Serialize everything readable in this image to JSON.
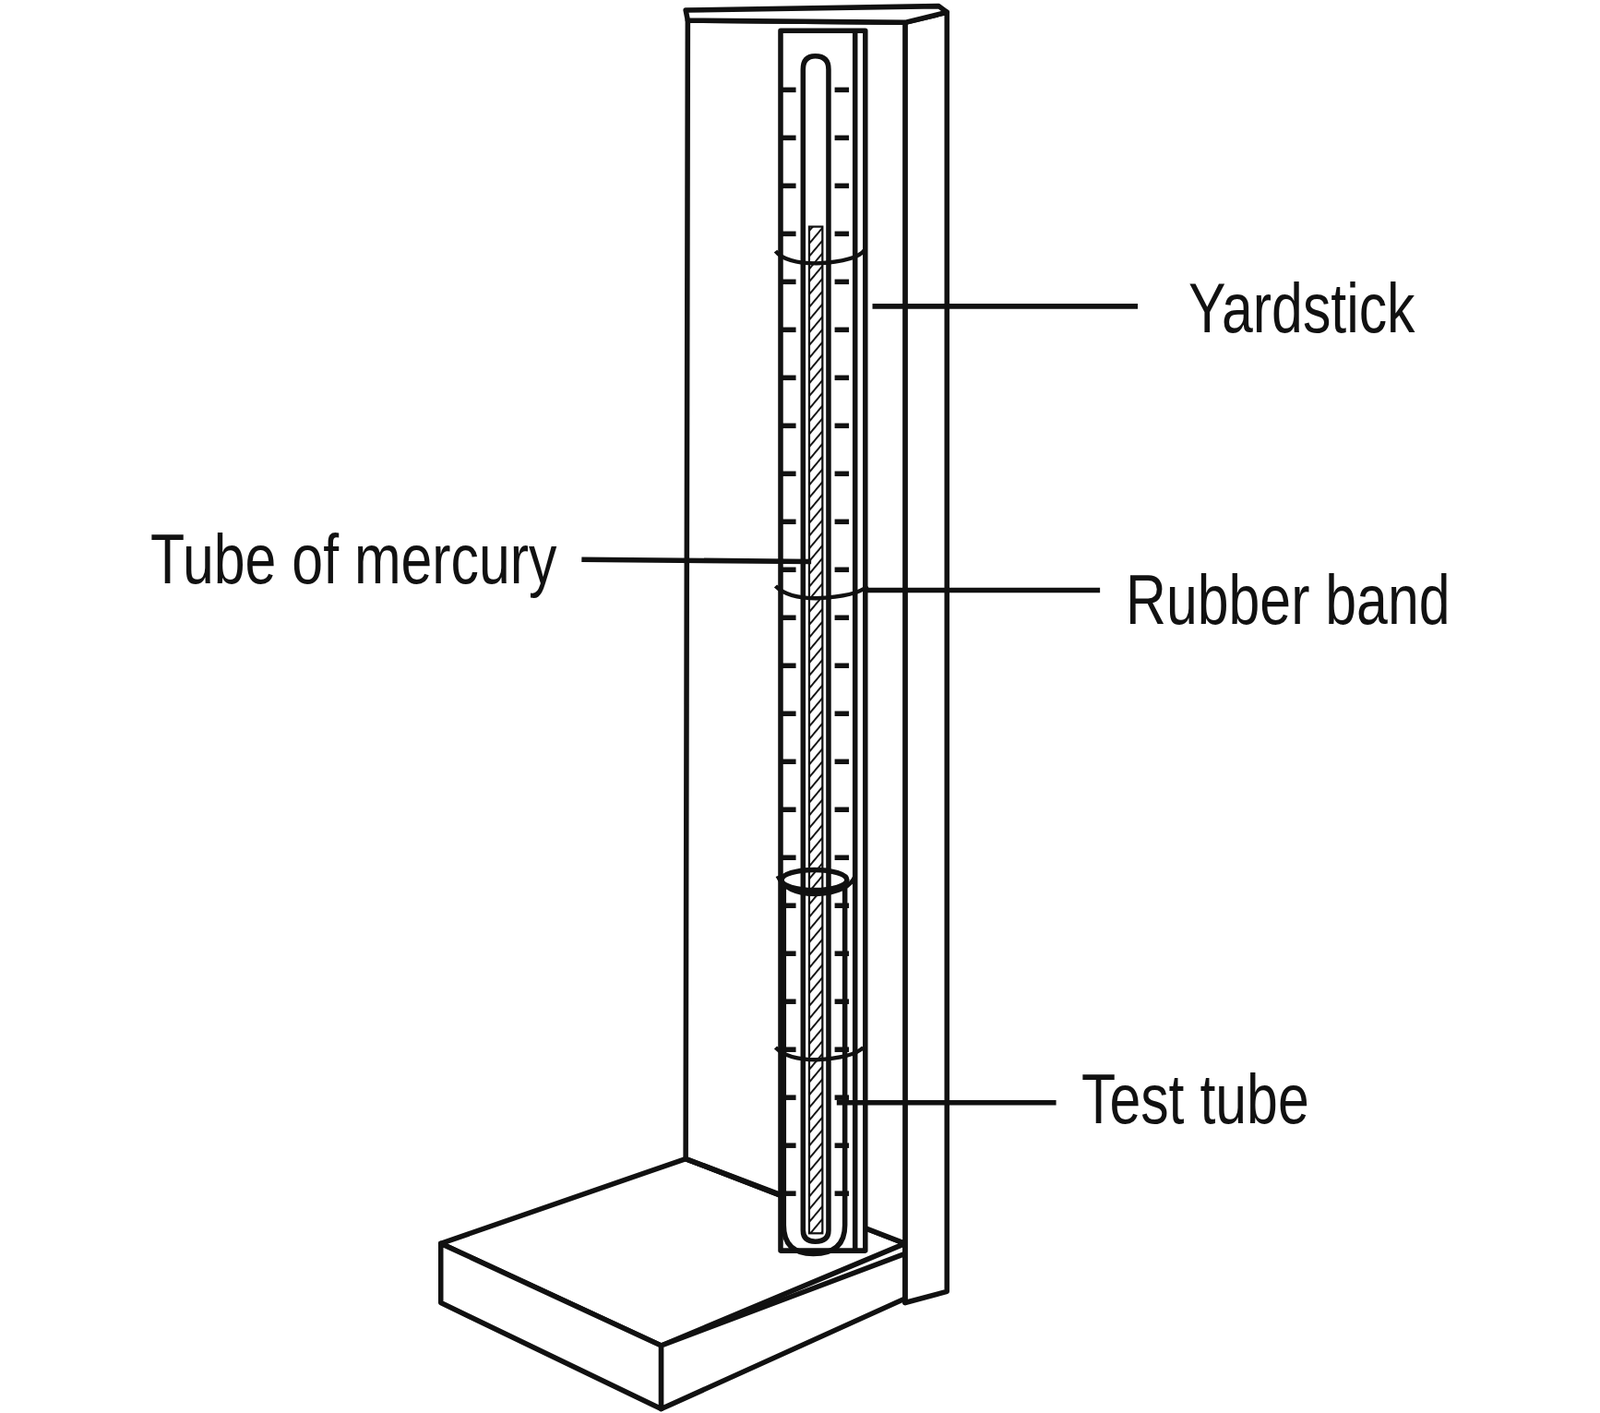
{
  "diagram": {
    "labels": [
      "Yardstick",
      "Tube of mercury",
      "Rubber band",
      "Test tube"
    ]
  }
}
